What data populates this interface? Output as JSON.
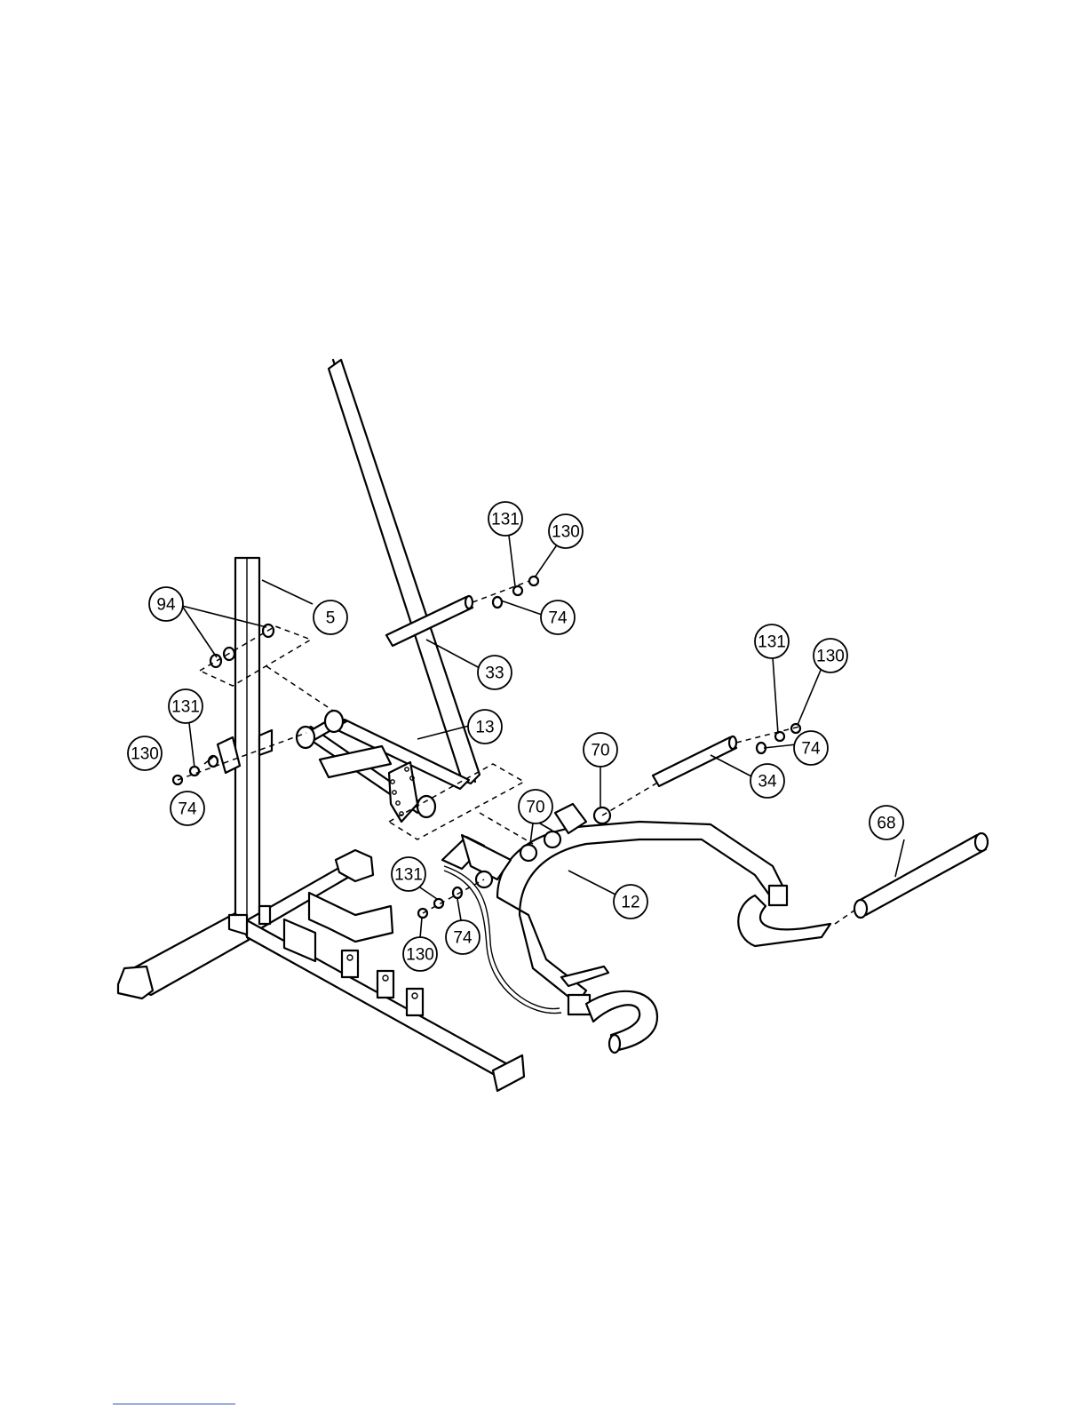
{
  "callouts": [
    {
      "id": "c5",
      "label": "5"
    },
    {
      "id": "c94",
      "label": "94"
    },
    {
      "id": "c131a",
      "label": "131"
    },
    {
      "id": "c130a",
      "label": "130"
    },
    {
      "id": "c74a",
      "label": "74"
    },
    {
      "id": "c33",
      "label": "33"
    },
    {
      "id": "c13",
      "label": "13"
    },
    {
      "id": "c131b",
      "label": "131"
    },
    {
      "id": "c130b",
      "label": "130"
    },
    {
      "id": "c74b",
      "label": "74"
    },
    {
      "id": "c131c",
      "label": "131"
    },
    {
      "id": "c130c",
      "label": "130"
    },
    {
      "id": "c74c",
      "label": "74"
    },
    {
      "id": "c34",
      "label": "34"
    },
    {
      "id": "c70a",
      "label": "70"
    },
    {
      "id": "c70b",
      "label": "70"
    },
    {
      "id": "c12",
      "label": "12"
    },
    {
      "id": "c68",
      "label": "68"
    },
    {
      "id": "c131d",
      "label": "131"
    },
    {
      "id": "c130d",
      "label": "130"
    },
    {
      "id": "c74d",
      "label": "74"
    }
  ]
}
